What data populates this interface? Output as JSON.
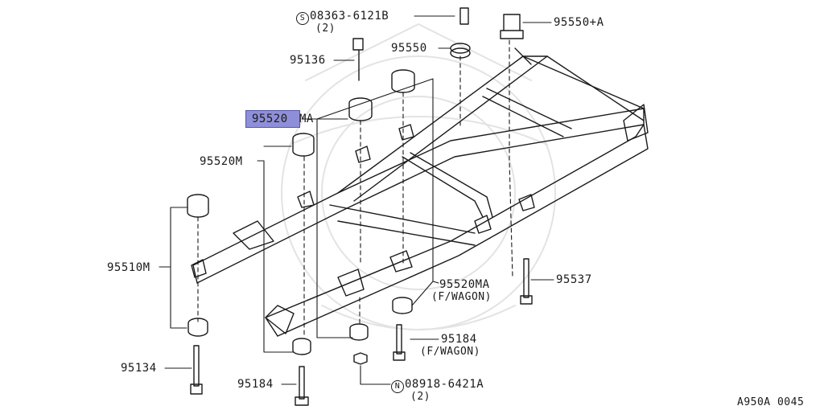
{
  "diagram": {
    "drawing_code": "A950A 0045",
    "highlighted_part": "95520",
    "labels": {
      "p08363": {
        "prefix": "S",
        "number": "08363-6121B",
        "qty": "(2)"
      },
      "p95550A": "95550+A",
      "p95550": "95550",
      "p95136": "95136",
      "p95520MA_hl": "95520",
      "p95520MA_rest": "MA",
      "p95520M": "95520M",
      "p95510M": "95510M",
      "p95537": "95537",
      "p95520MA_fw": "95520MA",
      "p95520MA_fw_note": "(F/WAGON)",
      "p95184_fw": "95184",
      "p95184_fw_note": "(F/WAGON)",
      "p95134": "95134",
      "p95184": "95184",
      "p08918": {
        "prefix": "N",
        "number": "08918-6421A",
        "qty": "(2)"
      }
    }
  }
}
